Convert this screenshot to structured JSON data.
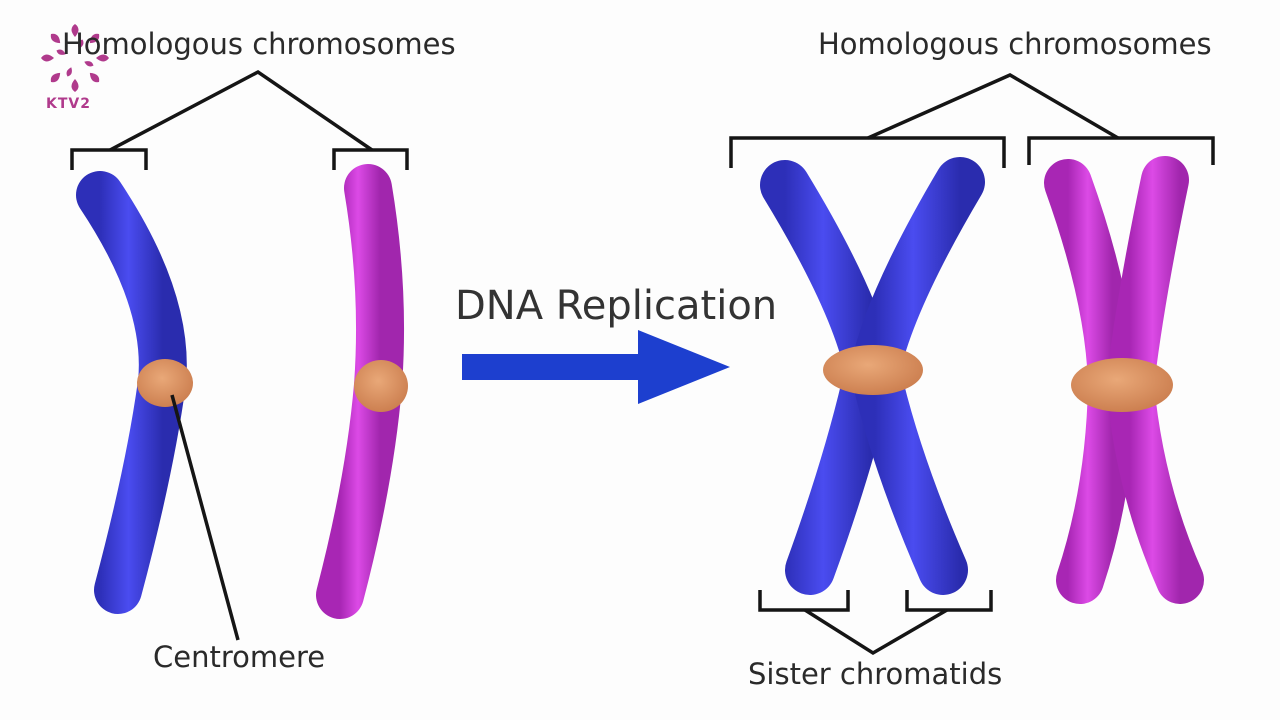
{
  "labels": {
    "homologous_left": "Homologous chromosomes",
    "homologous_right": "Homologous chromosomes",
    "dna_replication": "DNA Replication",
    "centromere": "Centromere",
    "sister_chromatids": "Sister chromatids"
  },
  "logo": {
    "text": "KTV2",
    "color": "#b03a8c"
  },
  "colors": {
    "blue_chromosome": "#3d3ed6",
    "magenta_chromosome": "#c63ad1",
    "centromere": "#d98c5c",
    "arrow": "#1d3fcf",
    "line": "#151515"
  }
}
